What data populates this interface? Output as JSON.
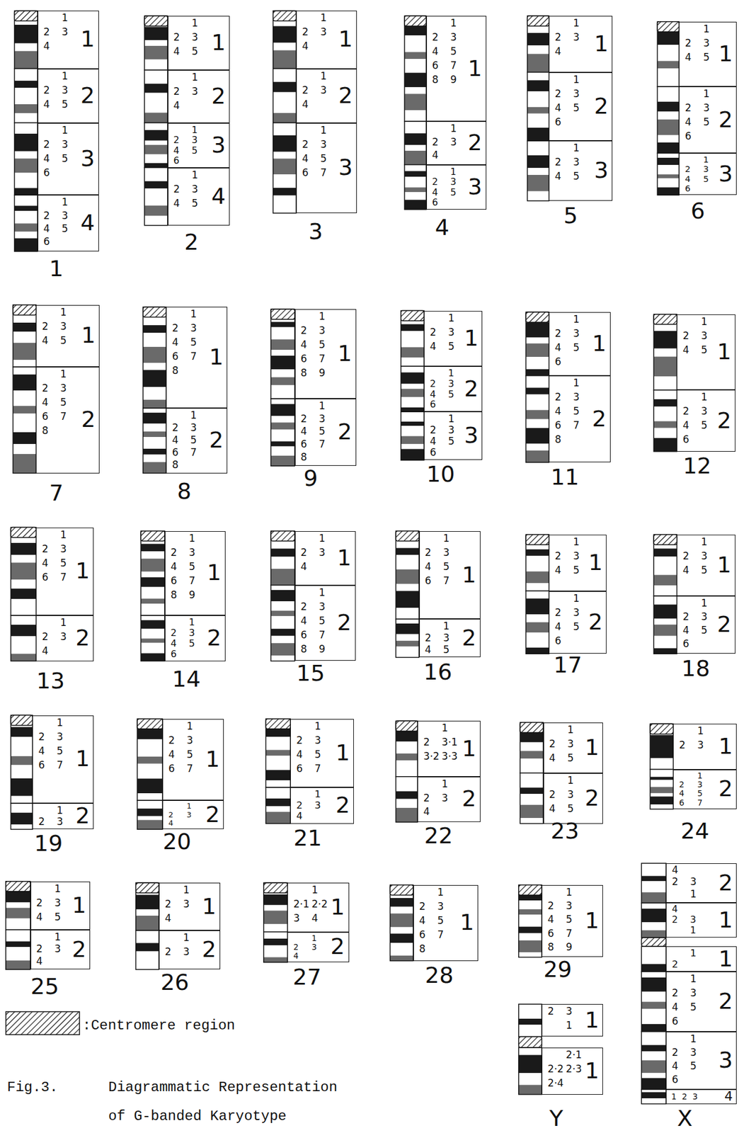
{
  "diagram": {
    "caption": "Diagrammatic Representation of G-banded Karyotype",
    "nodes": [
      {
        "text": [
          "1",
          "2",
          "3",
          "4",
          "1"
        ]
      },
      {
        "text": [
          "1",
          "2",
          "3",
          "4",
          "5",
          "2"
        ]
      },
      {
        "text": [
          "1",
          "2",
          "3",
          "4",
          "5",
          "6",
          "3"
        ]
      },
      {
        "text": [
          "1",
          "2",
          "3",
          "4",
          "5",
          "6",
          "4"
        ]
      },
      {
        "text": [
          "1",
          "2",
          "3",
          "4",
          "5",
          "1"
        ]
      },
      {
        "text": [
          "1",
          "2",
          "3",
          "4",
          "2"
        ]
      },
      {
        "text": [
          "1",
          "2",
          "3",
          "4",
          "5",
          "6",
          "3"
        ]
      },
      {
        "text": [
          "1",
          "2",
          "3",
          "4",
          "5",
          "4"
        ]
      },
      {
        "text": [
          "1",
          "2",
          "3",
          "4",
          "1"
        ]
      },
      {
        "text": [
          "1",
          "2",
          "3",
          "4",
          "2"
        ]
      },
      {
        "text": [
          "1",
          "2",
          "3",
          "4",
          "5",
          "6",
          "7",
          "3"
        ]
      },
      {
        "text": [
          "1",
          "2",
          "3",
          "4",
          "5",
          "6",
          "7",
          "8",
          "9",
          "1"
        ]
      },
      {
        "text": [
          "1",
          "2",
          "3",
          "4",
          "2"
        ]
      },
      {
        "text": [
          "1",
          "2",
          "3",
          "4",
          "5",
          "6",
          "3"
        ]
      },
      {
        "text": [
          "1",
          "2",
          "3",
          "4",
          "1"
        ]
      },
      {
        "text": [
          "1",
          "2",
          "3",
          "4",
          "5",
          "6",
          "2"
        ]
      },
      {
        "text": [
          "1",
          "2",
          "3",
          "4",
          "5",
          "3"
        ]
      },
      {
        "text": [
          "1",
          "2",
          "3",
          "4",
          "5",
          "1"
        ]
      },
      {
        "text": [
          "1",
          "2",
          "3",
          "4",
          "5",
          "6",
          "2"
        ]
      },
      {
        "text": [
          "1",
          "2",
          "3",
          "4",
          "5",
          "6",
          "3"
        ]
      },
      {
        "text": [
          "1",
          "2",
          "3",
          "4",
          "5",
          "1"
        ]
      },
      {
        "text": [
          "1",
          "2",
          "3",
          "4",
          "5",
          "6",
          "7",
          "8",
          "2"
        ]
      },
      {
        "text": [
          "1",
          "2",
          "3",
          "4",
          "5",
          "6",
          "7",
          "8",
          "1"
        ]
      },
      {
        "text": [
          "1",
          "2",
          "3",
          "4",
          "5",
          "6",
          "7",
          "8",
          "2"
        ]
      },
      {
        "text": [
          "1",
          "2",
          "3",
          "4",
          "5",
          "6",
          "7",
          "8",
          "9",
          "1"
        ]
      },
      {
        "text": [
          "1",
          "2",
          "3",
          "4",
          "5",
          "6",
          "7",
          "8",
          "2"
        ]
      },
      {
        "text": [
          "1",
          "2",
          "3",
          "4",
          "5",
          "1"
        ]
      },
      {
        "text": [
          "1",
          "2",
          "3",
          "4",
          "5",
          "6",
          "2"
        ]
      },
      {
        "text": [
          "1",
          "2",
          "3",
          "4",
          "5",
          "6",
          "3"
        ]
      },
      {
        "text": [
          "1",
          "2",
          "3",
          "4",
          "5",
          "6",
          "1"
        ]
      },
      {
        "text": [
          "1",
          "2",
          "3",
          "4",
          "5",
          "6",
          "7",
          "8",
          "2"
        ]
      },
      {
        "text": [
          "1",
          "2",
          "3",
          "4",
          "5",
          "1"
        ]
      },
      {
        "text": [
          "1",
          "2",
          "3",
          "4",
          "5",
          "6",
          "2"
        ]
      },
      {
        "text": [
          "1",
          "2",
          "3",
          "4",
          "5",
          "6",
          "7",
          "1"
        ]
      },
      {
        "text": [
          "1",
          "2",
          "3",
          "4",
          "2"
        ]
      },
      {
        "text": [
          "1",
          "2",
          "3",
          "4",
          "5",
          "6",
          "7",
          "8",
          "9",
          "1"
        ]
      },
      {
        "text": [
          "1",
          "2",
          "3",
          "4",
          "5",
          "6",
          "2"
        ]
      },
      {
        "text": [
          "1",
          "2",
          "3",
          "4",
          "1"
        ]
      },
      {
        "text": [
          "1",
          "2",
          "3",
          "4",
          "5",
          "6",
          "7",
          "8",
          "9",
          "2"
        ]
      },
      {
        "text": [
          "1",
          "2",
          "3",
          "4",
          "5",
          "6",
          "7",
          "1"
        ]
      },
      {
        "text": [
          "1",
          "2",
          "3",
          "4",
          "5",
          "2"
        ]
      },
      {
        "text": [
          "1",
          "2",
          "3",
          "4",
          "5",
          "1"
        ]
      },
      {
        "text": [
          "1",
          "2",
          "3",
          "4",
          "5",
          "6",
          "2"
        ]
      },
      {
        "text": [
          "1",
          "2",
          "3",
          "4",
          "5",
          "1"
        ]
      },
      {
        "text": [
          "1",
          "2",
          "3",
          "4",
          "5",
          "6",
          "2"
        ]
      },
      {
        "text": [
          "1",
          "2",
          "3",
          "4",
          "5",
          "6",
          "7",
          "1"
        ]
      },
      {
        "text": [
          "1",
          "2",
          "3",
          "2"
        ]
      },
      {
        "text": [
          "1",
          "2",
          "3",
          "4",
          "5",
          "6",
          "7",
          "1"
        ]
      },
      {
        "text": [
          "1",
          "2",
          "3",
          "4",
          "2"
        ]
      },
      {
        "text": [
          "1",
          "2",
          "3",
          "4",
          "5",
          "6",
          "7",
          "1"
        ]
      },
      {
        "text": [
          "1",
          "2",
          "3",
          "4",
          "2"
        ]
      },
      {
        "text": [
          "1",
          "2",
          "3·1",
          "3·2",
          "3·3",
          "1"
        ]
      },
      {
        "text": [
          "1",
          "2",
          "3",
          "4",
          "2"
        ]
      },
      {
        "text": [
          "1",
          "2",
          "3",
          "4",
          "5",
          "1"
        ]
      },
      {
        "text": [
          "1",
          "2",
          "3",
          "4",
          "5",
          "2"
        ]
      },
      {
        "text": [
          "1",
          "2",
          "3",
          "1"
        ]
      },
      {
        "text": [
          "1",
          "2",
          "3",
          "4",
          "5",
          "6",
          "7",
          "2"
        ]
      },
      {
        "text": [
          "1",
          "2",
          "3",
          "4",
          "5",
          "1"
        ]
      },
      {
        "text": [
          "1",
          "2",
          "3",
          "4",
          "2"
        ]
      },
      {
        "text": [
          "1",
          "2",
          "3",
          "4",
          "1"
        ]
      },
      {
        "text": [
          "1",
          "2",
          "3",
          "2"
        ]
      },
      {
        "text": [
          "1",
          "2·1",
          "2·2",
          "3",
          "4",
          "1"
        ]
      },
      {
        "text": [
          "1",
          "2",
          "3",
          "4",
          "2"
        ]
      },
      {
        "text": [
          "1",
          "2",
          "3",
          "4",
          "5",
          "6",
          "7",
          "8",
          "1"
        ]
      },
      {
        "text": [
          "1",
          "2",
          "3",
          "4",
          "5",
          "6",
          "7",
          "8",
          "9",
          "1"
        ]
      },
      {
        "text": [
          "1",
          "2",
          "3",
          "4",
          "2"
        ]
      },
      {
        "text": [
          "1",
          "2",
          "3",
          "4",
          "1"
        ]
      },
      {
        "text": [
          "1",
          "2",
          "1"
        ]
      },
      {
        "text": [
          "1",
          "2",
          "3",
          "4",
          "5",
          "6",
          "2"
        ]
      },
      {
        "text": [
          "1",
          "2",
          "3",
          "4",
          "5",
          "6",
          "3"
        ]
      },
      {
        "text": [
          "1",
          "2",
          "3",
          "4"
        ]
      },
      {
        "text": [
          "1",
          "2",
          "3",
          "1"
        ]
      },
      {
        "text": [
          "2·1",
          "2·2",
          "2·3",
          "2·4",
          "1"
        ]
      }
    ],
    "labels": [
      "1",
      "2",
      "3",
      "4",
      "5",
      "6",
      "7",
      "8",
      "9",
      "10",
      "11",
      "12",
      "13",
      "14",
      "15",
      "16",
      "17",
      "18",
      "19",
      "20",
      "21",
      "22",
      "23",
      "24",
      "25",
      "26",
      "27",
      "28",
      "29",
      "X",
      "Y",
      "Fig.3."
    ],
    "legend": [
      {
        "text": ":Centromere region"
      }
    ]
  }
}
